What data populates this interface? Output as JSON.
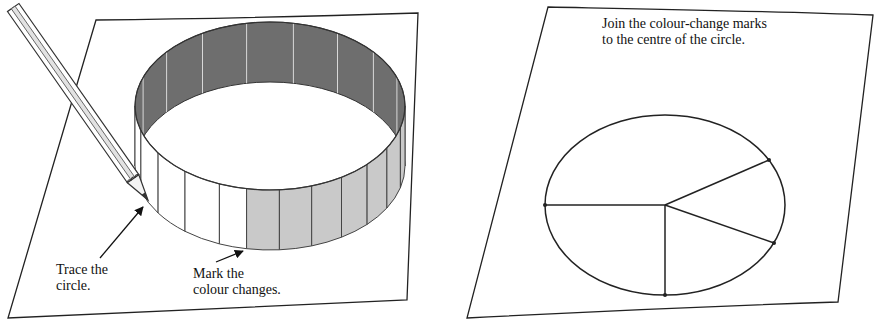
{
  "diagram": {
    "labels": [
      "Trace the circle.",
      "Mark the colour changes.",
      "Join the colour-change marks to the centre of the circle."
    ]
  }
}
